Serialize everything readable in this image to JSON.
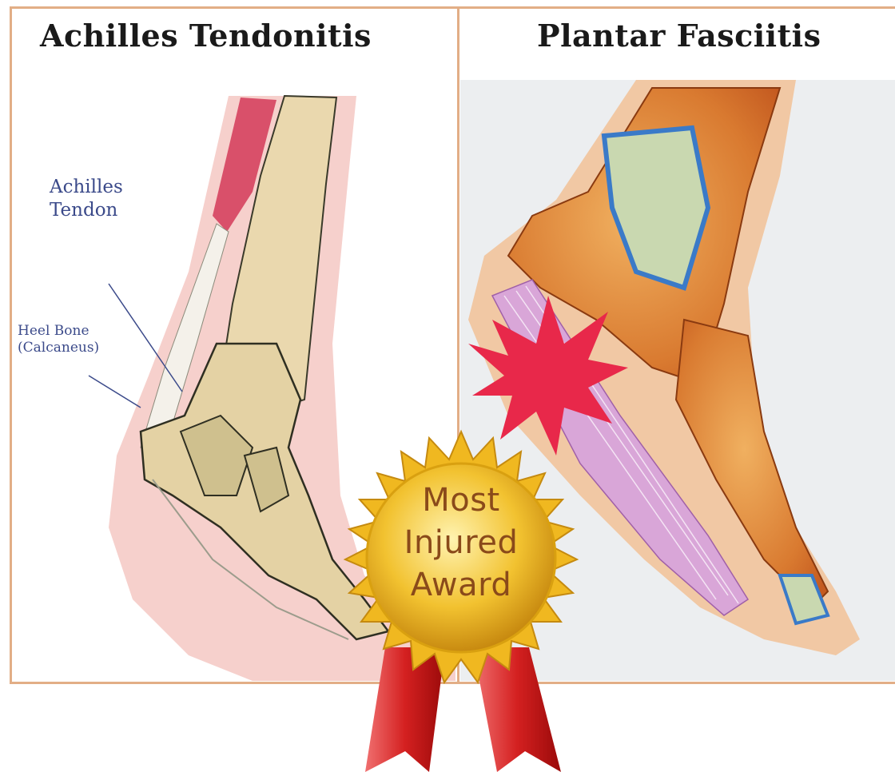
{
  "titles": {
    "left": "Achilles Tendonitis",
    "right": "Plantar Fasciitis"
  },
  "labels": {
    "tendon_line1": "Achilles",
    "tendon_line2": "Tendon",
    "heel_line1": "Heel Bone",
    "heel_line2": "(Calcaneus)"
  },
  "award": {
    "line1": "Most",
    "line2": "Injured",
    "line3": "Award"
  },
  "colors": {
    "frame": "#e2ae86",
    "label": "#3b4a8a",
    "award_text": "#8a4a1a",
    "ribbon": "#d42020",
    "medal_gold": "#f2c230"
  }
}
